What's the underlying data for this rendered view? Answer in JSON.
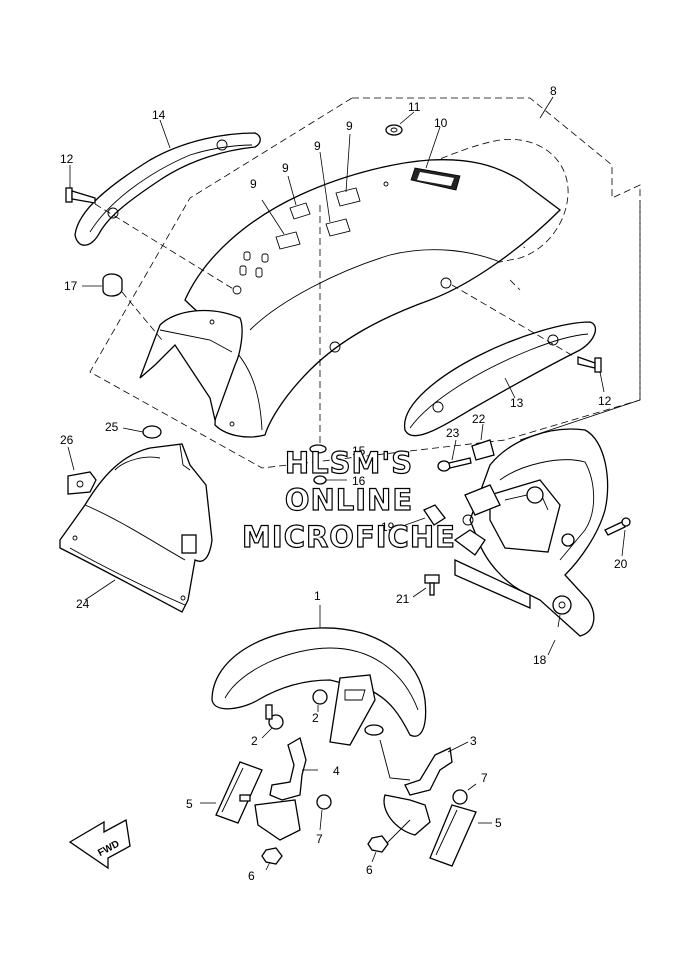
{
  "diagram": {
    "callouts": [
      "1",
      "2",
      "2",
      "3",
      "4",
      "5",
      "5",
      "6",
      "6",
      "7",
      "7",
      "8",
      "9",
      "9",
      "9",
      "9",
      "10",
      "11",
      "12",
      "12",
      "13",
      "14",
      "15",
      "16",
      "17",
      "18",
      "19",
      "20",
      "21",
      "22",
      "23",
      "24",
      "25",
      "26"
    ],
    "watermark": {
      "line1": "HLSM'S",
      "line2": "ONLINE",
      "line3": "MICROFICHE"
    },
    "fwd_label": "FWD"
  }
}
